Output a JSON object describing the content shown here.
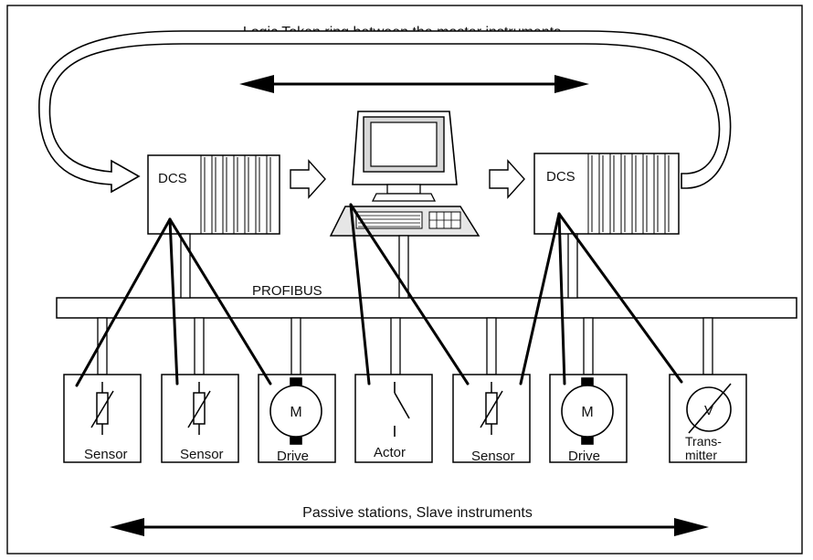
{
  "title": "Logic Token ring between the master instruments",
  "bus_label": "PROFIBUS",
  "bottom_label": "Passive stations, Slave instruments",
  "masters": {
    "left": "DCS",
    "right": "DCS"
  },
  "slaves": [
    {
      "id": "s1",
      "label": "Sensor",
      "kind": "sensor"
    },
    {
      "id": "s2",
      "label": "Sensor",
      "kind": "sensor"
    },
    {
      "id": "s3",
      "label": "Drive",
      "kind": "drive",
      "symbol": "M"
    },
    {
      "id": "s4",
      "label": "Actor",
      "kind": "actor"
    },
    {
      "id": "s5",
      "label": "Sensor",
      "kind": "sensor"
    },
    {
      "id": "s6",
      "label": "Drive",
      "kind": "drive",
      "symbol": "M"
    },
    {
      "id": "s7",
      "label_line1": "Trans-",
      "label_line2": "mitter",
      "kind": "transmitter",
      "symbol": "V"
    }
  ]
}
